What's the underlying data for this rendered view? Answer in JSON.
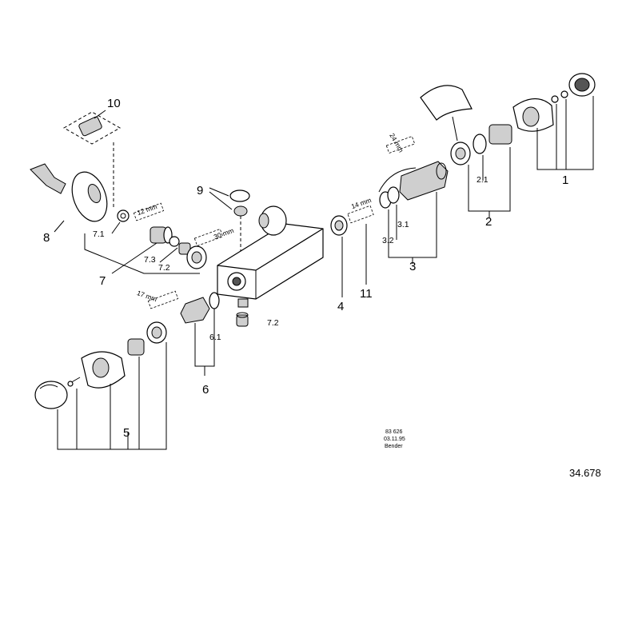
{
  "callouts": {
    "p1": "1",
    "p2": "2",
    "p2_1": "2.1",
    "p3": "3",
    "p3_1": "3.1",
    "p3_2": "3.2",
    "p4": "4",
    "p5": "5",
    "p6": "6",
    "p6_1": "6.1",
    "p7": "7",
    "p7_1": "7.1",
    "p7_2": "7.2",
    "p7_2b": "7.2",
    "p7_3": "7.3",
    "p8": "8",
    "p9": "9",
    "p10": "10",
    "p11": "11"
  },
  "tool_sizes": {
    "t24": "24 mm",
    "t14": "14 mm",
    "t12": "12 mm",
    "t30": "30 mm",
    "t17": "17 mm"
  },
  "drawing_info": {
    "number": "83 626",
    "date": "03.11.95",
    "author": "Bender"
  },
  "catalog_ref": "34.678"
}
